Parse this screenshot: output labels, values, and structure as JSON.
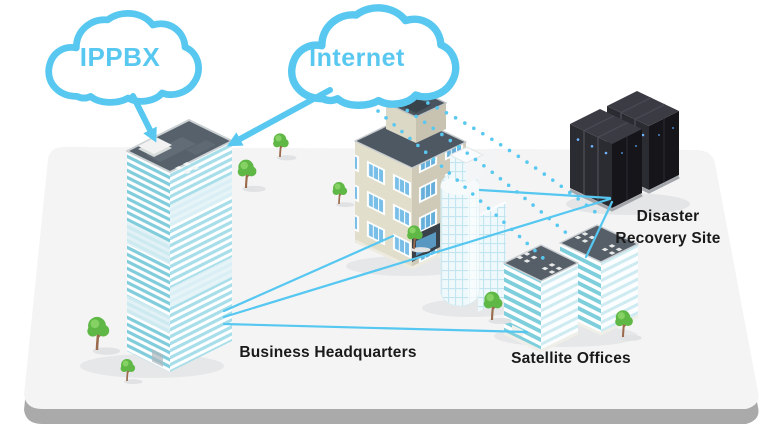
{
  "scene": {
    "description": "Isometric IPPBX cloud telephony network diagram on a floating platform"
  },
  "clouds": {
    "ippbx": {
      "label": "IPPBX"
    },
    "internet": {
      "label": "Internet"
    }
  },
  "sites": {
    "business_headquarters": {
      "label": "Business Headquarters"
    },
    "satellite_offices": {
      "label": "Satellite Offices"
    },
    "disaster_recovery": {
      "label_line1": "Disaster",
      "label_line2": "Recovery Site"
    }
  },
  "connections": {
    "arrows": [
      {
        "from": "ippbx-cloud",
        "to": "business-headquarters"
      },
      {
        "from": "internet-cloud",
        "to": "business-headquarters"
      }
    ],
    "dotted_links": [
      {
        "from": "internet-cloud",
        "toward": "satellite-offices-and-disaster-recovery",
        "count": 3
      }
    ],
    "solid_links": [
      {
        "from": "business-headquarters",
        "to": "mid-rise-office"
      },
      {
        "from": "business-headquarters",
        "to": "disaster-recovery-site"
      },
      {
        "from": "business-headquarters",
        "to": "satellite-offices"
      },
      {
        "from": "office-tower",
        "to": "disaster-recovery-site"
      },
      {
        "from": "satellite-offices",
        "to": "disaster-recovery-site"
      }
    ]
  },
  "colors": {
    "accent_blue": "#58C8F0",
    "link_blue": "#55C7F0",
    "label_text": "#1a1a1a",
    "platform_top": "#F4F4F5",
    "platform_side": "#AAAAAB",
    "tree_green": "#5FB845",
    "building_teal": "#82CDDC",
    "rack_black": "#2B2B32",
    "roof_slate": "#57616C"
  }
}
